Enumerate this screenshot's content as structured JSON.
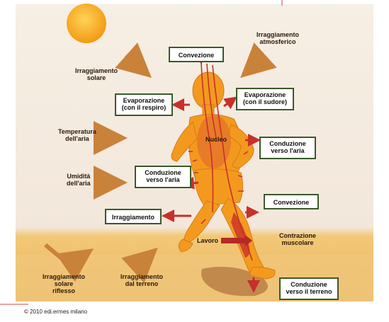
{
  "labels": {
    "irraggiamento_solare": "Irraggiamento\nsolare",
    "irraggiamento_atmosferico": "Irraggiamento\natmosferico",
    "temperatura_aria": "Temperatura\ndell'aria",
    "umidita_aria": "Umidità\ndell'aria",
    "irraggiamento_solare_riflesso": "Irraggiamento\nsolare\nriflesso",
    "irraggiamento_terreno": "Irraggiamento\ndal terreno",
    "contrazione_muscolare": "Contrazione\nmuscolare",
    "nucleo": "Nucleo",
    "lavoro": "Lavoro"
  },
  "boxes": {
    "convezione_top": "Convezione",
    "evaporazione_respiro": "Evaporazione\n(con il respiro)",
    "evaporazione_sudore": "Evaporazione\n(con il sudore)",
    "conduzione_aria_right": "Conduzione\nverso l'aria",
    "conduzione_aria_left": "Conduzione\nverso l'aria",
    "convezione_right": "Convezione",
    "irraggiamento": "Irraggiamento",
    "conduzione_terreno": "Conduzione\nverso il terreno"
  },
  "copyright": "© 2010 edi.ermes milano",
  "colors": {
    "sky": "#f6efe4",
    "ground": "#f2c878",
    "ground_dark": "#e6a94a",
    "sun": "#f6a81c",
    "body": "#f39a1e",
    "body_core": "#e5762a",
    "arrow_brown": "#c9823a",
    "arrow_red": "#c8302a",
    "box_border": "#3a5a2a"
  }
}
